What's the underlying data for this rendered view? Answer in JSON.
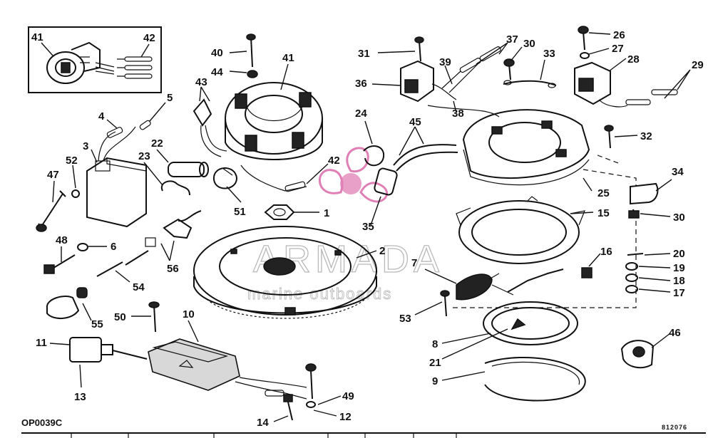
{
  "diagram": {
    "figure_code": "OP0039C",
    "drawing_number": "812076",
    "watermark": {
      "brand": "ARMADA",
      "tagline": "marine outboards"
    },
    "callouts": {
      "c1": "1",
      "c2": "2",
      "c3": "3",
      "c4": "4",
      "c5": "5",
      "c6": "6",
      "c7": "7",
      "c8": "8",
      "c9": "9",
      "c10": "10",
      "c11": "11",
      "c12": "12",
      "c13": "13",
      "c14": "14",
      "c15": "15",
      "c16": "16",
      "c17": "17",
      "c18": "18",
      "c19": "19",
      "c20": "20",
      "c21": "21",
      "c22": "22",
      "c23": "23",
      "c24": "24",
      "c25": "25",
      "c26": "26",
      "c27": "27",
      "c28": "28",
      "c29": "29",
      "c30a": "30",
      "c30b": "30",
      "c31": "31",
      "c32": "32",
      "c33": "33",
      "c34": "34",
      "c35": "35",
      "c36": "36",
      "c37": "37",
      "c38": "38",
      "c39": "39",
      "c40": "40",
      "c41": "41",
      "c41inset": "41",
      "c42": "42",
      "c42inset": "42",
      "c43": "43",
      "c44": "44",
      "c45": "45",
      "c46": "46",
      "c47": "47",
      "c48": "48",
      "c49": "49",
      "c50": "50",
      "c51": "51",
      "c52": "52",
      "c53": "53",
      "c54": "54",
      "c55": "55",
      "c56": "56"
    },
    "colors": {
      "line": "#111111",
      "watermark": "#b9b9b9",
      "logo_accent": "#e07fb5"
    }
  }
}
